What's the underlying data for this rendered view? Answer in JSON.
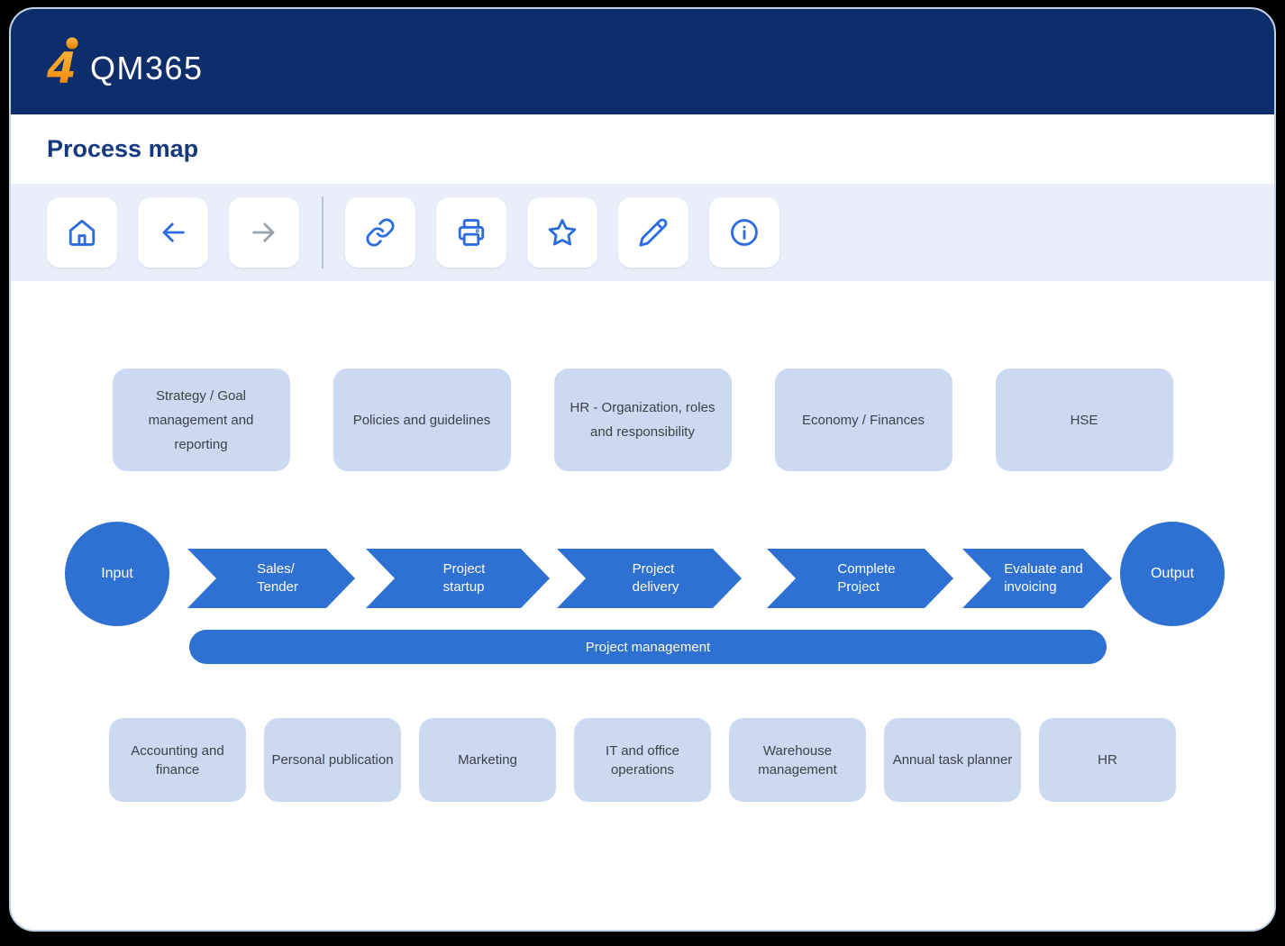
{
  "header": {
    "logo_number": "4",
    "logo_text": "QM365"
  },
  "page_title": "Process map",
  "toolbar": {
    "icons": [
      "home-icon",
      "arrow-left-icon",
      "arrow-right-icon",
      "link-icon",
      "printer-icon",
      "star-icon",
      "pencil-icon",
      "info-icon"
    ],
    "disabled": [
      "arrow-right-icon"
    ]
  },
  "process_map": {
    "top_row": [
      "Strategy / Goal management and reporting",
      "Policies and guidelines",
      "HR - Organization, roles and responsibility",
      "Economy / Finances",
      "HSE"
    ],
    "flow": {
      "input_label": "Input",
      "steps": [
        "Sales/\nTender",
        "Project\nstartup",
        "Project\ndelivery",
        "Complete\nProject",
        "Evaluate and\ninvoicing"
      ],
      "output_label": "Output",
      "management_bar": "Project management"
    },
    "bottom_row": [
      "Accounting and finance",
      "Personal publication",
      "Marketing",
      "IT and office operations",
      "Warehouse management",
      "Annual task planner",
      "HR"
    ]
  },
  "colors": {
    "header_navy": "#0d2e6b",
    "accent_blue": "#2b6ce0",
    "flow_blue": "#2e71d3",
    "light_box": "#cbd9f1",
    "toolbar_bg": "#e9eefa",
    "title_text": "#16397e",
    "logo_orange": "#f59c1d",
    "disabled_gray": "#9aa2ac",
    "card_border": "#c2cfe4"
  }
}
